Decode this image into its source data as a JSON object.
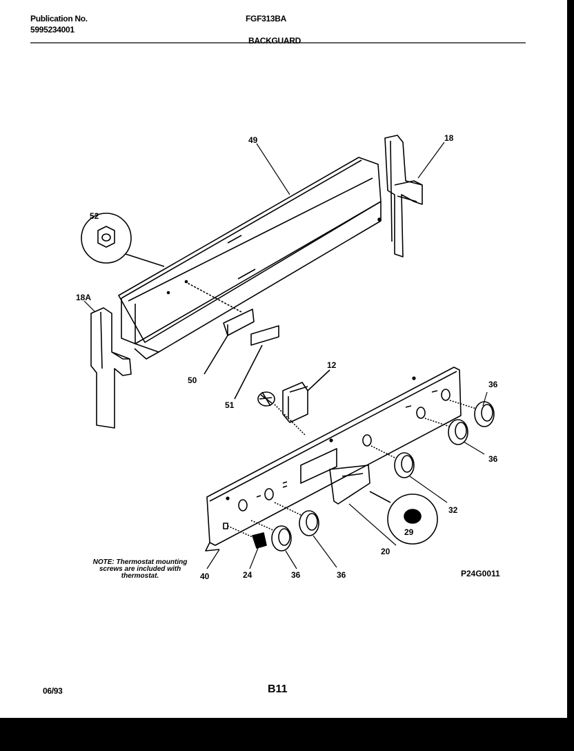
{
  "header": {
    "publication_label": "Publication No.",
    "publication_number": "5995234001",
    "model": "FGF313BA",
    "section": "BACKGUARD"
  },
  "callouts": [
    "49",
    "18",
    "52",
    "18A",
    "50",
    "51",
    "12",
    "36",
    "36",
    "32",
    "29",
    "20",
    "36",
    "36",
    "24",
    "40"
  ],
  "note": "NOTE: Thermostat mounting screws are included with thermostat.",
  "diagram_code": "P24G0011",
  "footer": {
    "date": "06/93",
    "page": "B11"
  }
}
